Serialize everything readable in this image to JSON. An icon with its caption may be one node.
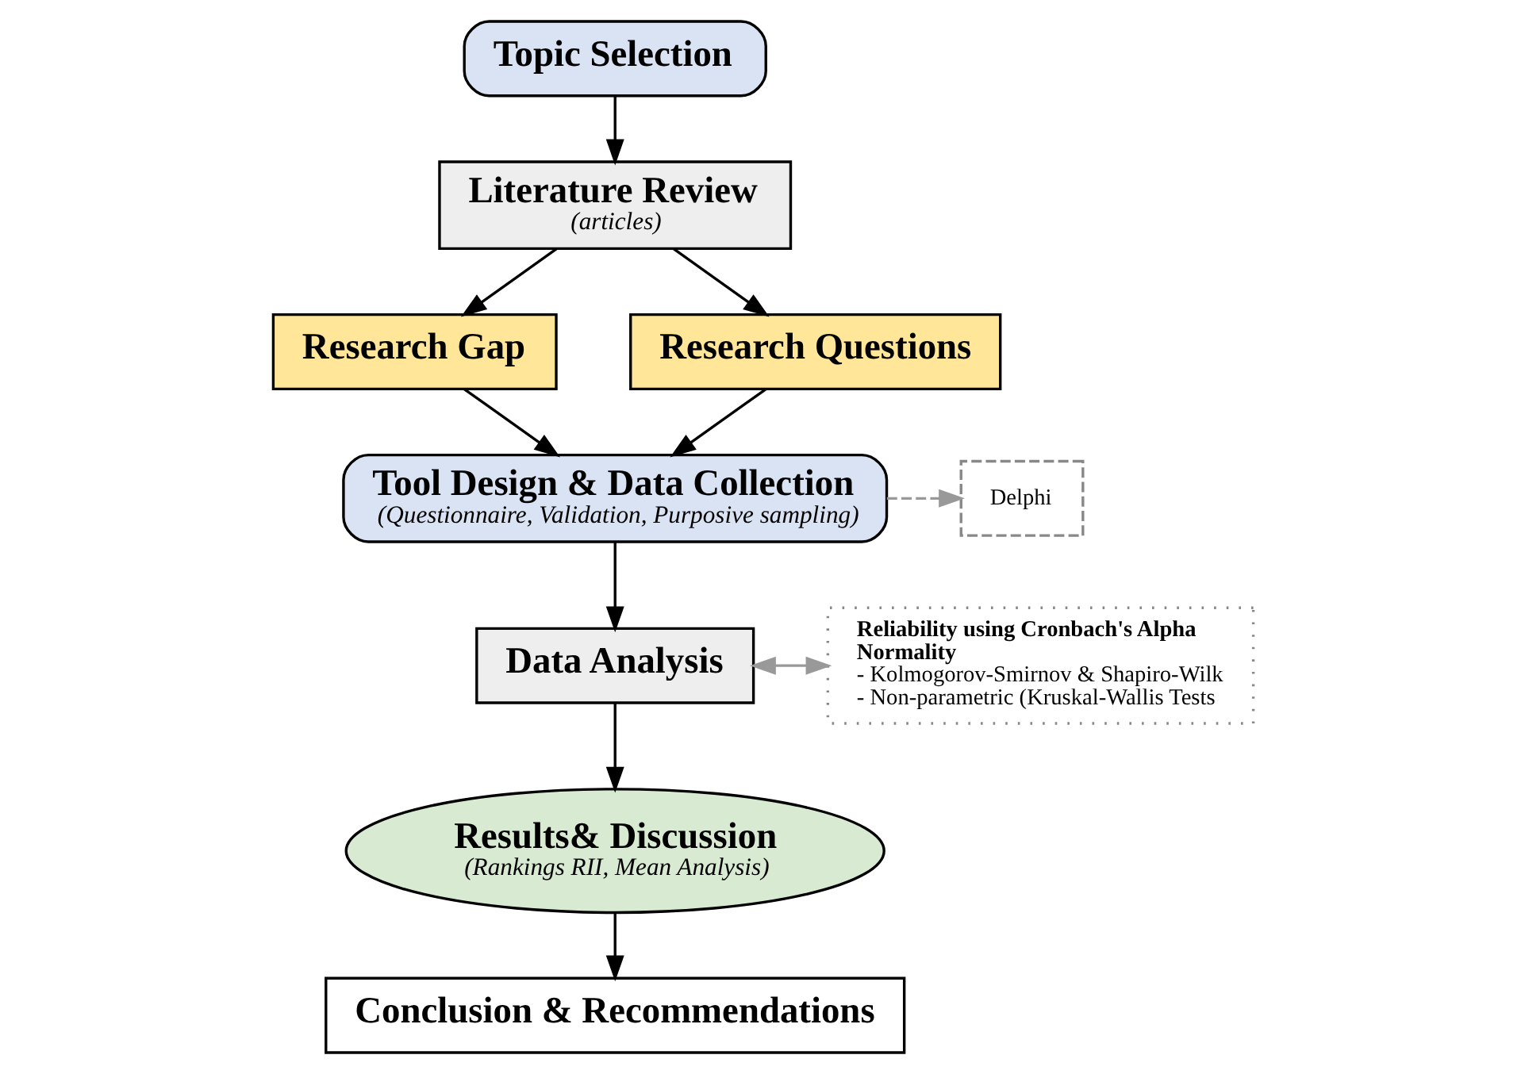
{
  "diagram": {
    "nodes": [
      {
        "text": [
          "Topic Selection"
        ]
      },
      {
        "text": [
          "Literature Review",
          "(articles)"
        ]
      },
      {
        "text": [
          "Research Gap"
        ]
      },
      {
        "text": [
          "Research Questions"
        ]
      },
      {
        "text": [
          "Tool Design & Data Collection",
          "(Questionnaire, Validation, Purposive sampling)"
        ]
      },
      {
        "text": [
          "Delphi"
        ]
      },
      {
        "text": [
          "Data Analysis"
        ]
      },
      {
        "text": [
          "Reliability using Cronbach's Alpha",
          "Normality",
          "- Kolmogorov-Smirnov & Shapiro-Wilk",
          "- Non-parametric (Kruskal-Wallis Tests"
        ]
      },
      {
        "text": [
          "Results& Discussion",
          "(Rankings RII, Mean Analysis)"
        ]
      },
      {
        "text": [
          "Conclusion & Recommendations"
        ]
      }
    ],
    "edges": [
      {
        "from": 0,
        "to": 1,
        "arrow": "to"
      },
      {
        "from": 1,
        "to": 2,
        "arrow": "to"
      },
      {
        "from": 1,
        "to": 3,
        "arrow": "to"
      },
      {
        "from": 2,
        "to": 4,
        "arrow": "to"
      },
      {
        "from": 3,
        "to": 4,
        "arrow": "to"
      },
      {
        "from": 4,
        "to": 5,
        "arrow": "to",
        "style": "dashed",
        "color": "#999999"
      },
      {
        "from": 4,
        "to": 6,
        "arrow": "to"
      },
      {
        "from": 6,
        "to": 7,
        "arrow": "both",
        "color": "#999999"
      },
      {
        "from": 6,
        "to": 8,
        "arrow": "to"
      },
      {
        "from": 8,
        "to": 9,
        "arrow": "to"
      }
    ]
  }
}
